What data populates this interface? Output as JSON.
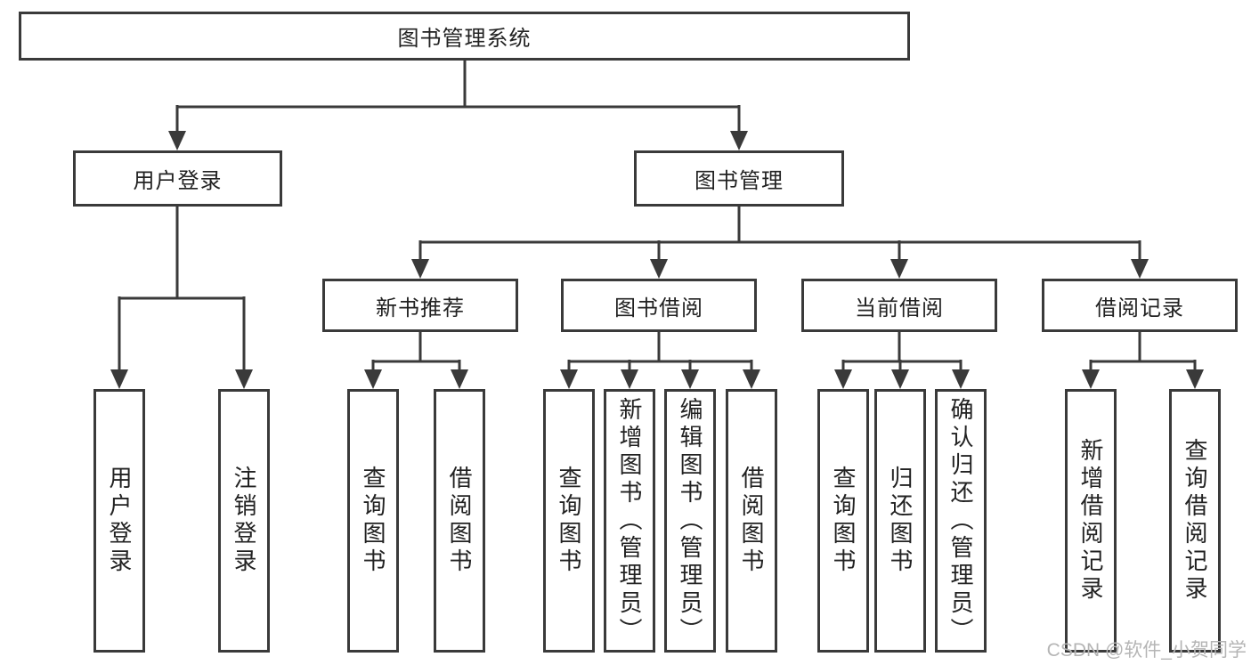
{
  "tree": {
    "root": {
      "label": "图书管理系统",
      "children": [
        {
          "label": "用户登录",
          "children": [
            {
              "label": "用户登录"
            },
            {
              "label": "注销登录"
            }
          ]
        },
        {
          "label": "图书管理",
          "children": [
            {
              "label": "新书推荐",
              "children": [
                {
                  "label": "查询图书"
                },
                {
                  "label": "借阅图书"
                }
              ]
            },
            {
              "label": "图书借阅",
              "children": [
                {
                  "label": "查询图书"
                },
                {
                  "label": "新增图书（管理员）"
                },
                {
                  "label": "编辑图书（管理员）"
                },
                {
                  "label": "借阅图书"
                }
              ]
            },
            {
              "label": "当前借阅",
              "children": [
                {
                  "label": "查询图书"
                },
                {
                  "label": "归还图书"
                },
                {
                  "label": "确认归还（管理员）"
                }
              ]
            },
            {
              "label": "借阅记录",
              "children": [
                {
                  "label": "新增借阅记录"
                },
                {
                  "label": "查询借阅记录"
                }
              ]
            }
          ]
        }
      ]
    }
  },
  "watermark": {
    "text": "CSDN @软件_小贺同学"
  },
  "colors": {
    "line": "#3a3a3a",
    "box_border": "#3a3a3a",
    "text": "#222222",
    "watermark": "#b5b5b5",
    "background": "#ffffff"
  }
}
